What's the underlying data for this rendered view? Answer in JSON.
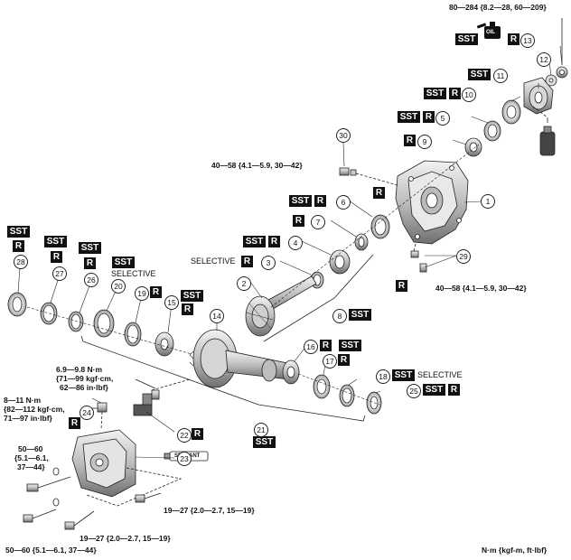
{
  "labels": {
    "sst": "SST",
    "r": "R",
    "selective": "SELECTIVE",
    "oil": "OIL",
    "sealant": "SEALANT",
    "units": "N·m {kgf-m, ft·lbf}"
  },
  "torques": {
    "t13": "80—284 {8.2—28, 60—209}",
    "t30": "40—58 {4.1—5.9, 30—42}",
    "t29": "40—58 {4.1—5.9, 30—42}",
    "t_pinion_l1": "6.9—9.8 N·m",
    "t_pinion_l2": "{71—99 kgf·cm,",
    "t_pinion_l3": "62—86 in·lbf}",
    "t24_l1": "8—11 N·m",
    "t24_l2": "{82—112 kgf·cm,",
    "t24_l3": "71—97 in·lbf}",
    "t_bolt_l1": "50—60",
    "t_bolt_l2": "{5.1—6.1,",
    "t_bolt_l3": "37—44}",
    "t_bolt_bottom": "50—60 {5.1—6.1, 37—44}",
    "t_bolt_19a": "19—27 {2.0—2.7, 15—19}",
    "t_bolt_19b": "19—27 {2.0—2.7, 15—19}"
  },
  "parts": {
    "p1": "1",
    "p2": "2",
    "p3": "3",
    "p4": "4",
    "p5": "5",
    "p6": "6",
    "p7": "7",
    "p8": "8",
    "p9": "9",
    "p10": "10",
    "p11": "11",
    "p12": "12",
    "p13": "13",
    "p14": "14",
    "p15": "15",
    "p16": "16",
    "p17": "17",
    "p18": "18",
    "p19": "19",
    "p20": "20",
    "p21": "21",
    "p22": "22",
    "p23": "23",
    "p24": "24",
    "p25": "25",
    "p26": "26",
    "p27": "27",
    "p28": "28",
    "p29": "29",
    "p30": "30"
  }
}
